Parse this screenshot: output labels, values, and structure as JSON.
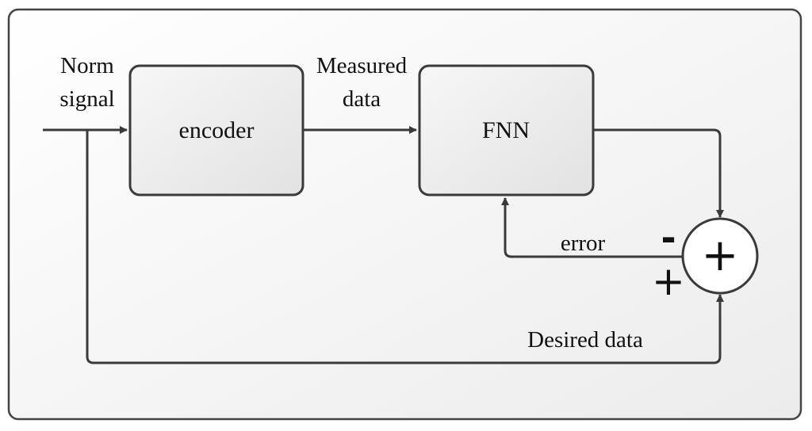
{
  "labels": {
    "input_line1": "Norm",
    "input_line2": "signal",
    "measured_line1": "Measured",
    "measured_line2": "data",
    "error": "error",
    "desired": "Desired data"
  },
  "blocks": {
    "encoder": "encoder",
    "fnn": "FNN"
  },
  "summing_junction": {
    "symbol": "+",
    "minus_sign": "-",
    "plus_sign": "+"
  },
  "colors": {
    "frame_fill": "#f4f4f4",
    "block_fill": "#eeeeee",
    "line": "#3a3a3a"
  }
}
